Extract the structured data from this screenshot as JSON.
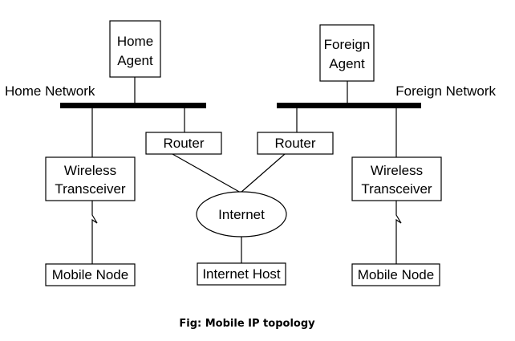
{
  "nodes": {
    "home_agent": [
      "Home",
      "Agent"
    ],
    "foreign_agent": [
      "Foreign",
      "Agent"
    ],
    "router_left": "Router",
    "router_right": "Router",
    "internet": "Internet",
    "wireless_left": [
      "Wireless",
      "Transceiver"
    ],
    "wireless_right": [
      "Wireless",
      "Transceiver"
    ],
    "mobile_node_left": "Mobile Node",
    "internet_host": "Internet Host",
    "mobile_node_right": "Mobile Node"
  },
  "networks": {
    "home": "Home Network",
    "foreign": "Foreign Network"
  },
  "caption": "Fig: Mobile IP topology",
  "colors": {
    "line": "#000000",
    "background": "#ffffff"
  }
}
